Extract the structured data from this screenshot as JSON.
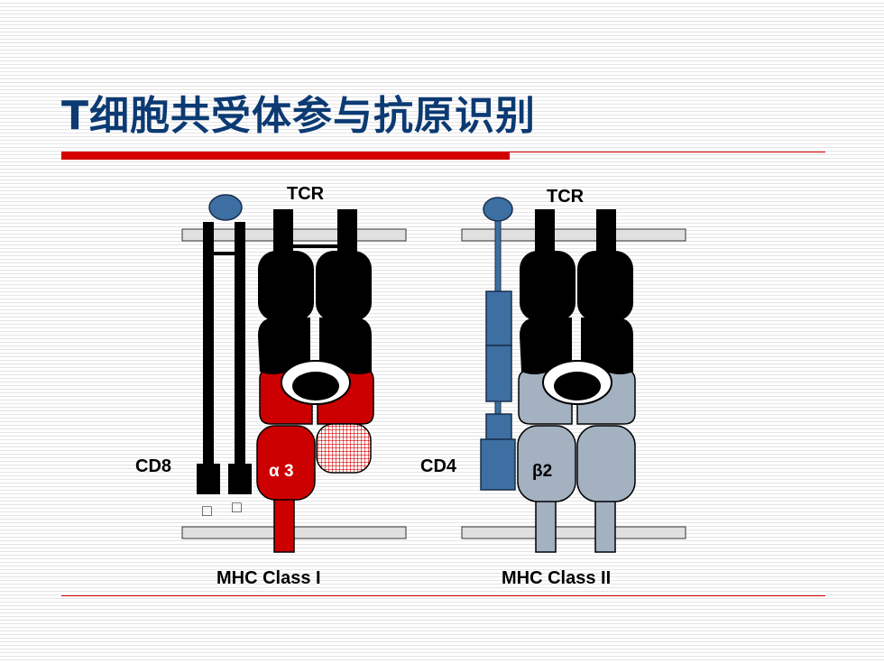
{
  "slide": {
    "title": "T细胞共受体参与抗原识别"
  },
  "left_panel": {
    "tcr_label": "TCR",
    "coreceptor_label": "CD8",
    "domain_label": "α 3",
    "chain_labels": [
      "□",
      "□"
    ],
    "mhc_label": "MHC Class I"
  },
  "right_panel": {
    "tcr_label": "TCR",
    "coreceptor_label": "CD4",
    "domain_label": "β2",
    "mhc_label": "MHC Class II"
  },
  "colors": {
    "title": "#0c3a73",
    "accent_red": "#d40000",
    "mhc1": "#cc0000",
    "mhc2": "#a3b1c1",
    "cd4_blue": "#3d6fa3",
    "tcr": "#000000",
    "membrane": "#e0e0e0"
  }
}
